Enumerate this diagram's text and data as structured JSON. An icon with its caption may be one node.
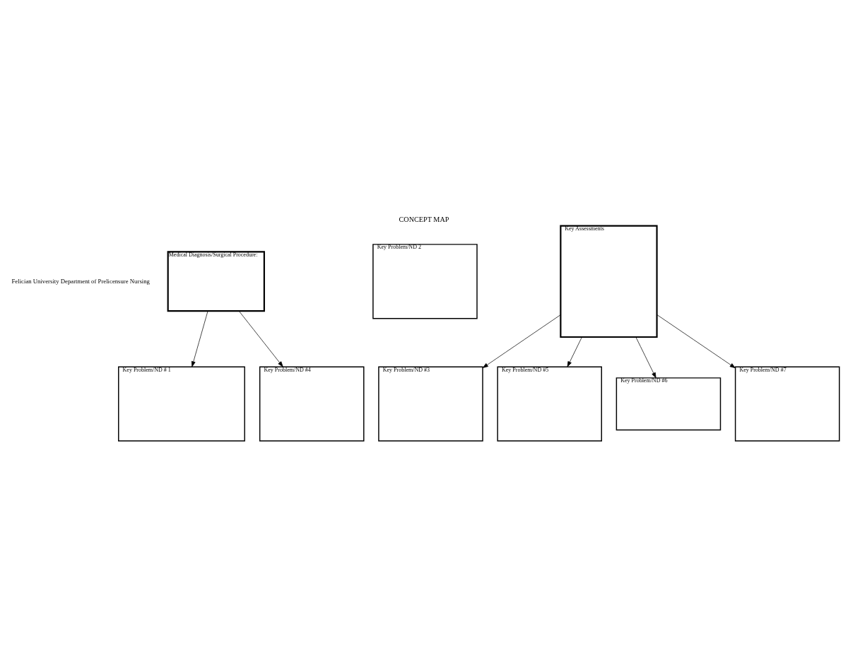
{
  "diagram": {
    "title": "CONCEPT MAP",
    "nodes": [
      {
        "text": [
          "Key Problem/ND # 1"
        ]
      },
      {
        "text": [
          "Key Problem/ND 2"
        ]
      },
      {
        "text": [
          "Key Problem/ND #3"
        ]
      },
      {
        "text": [
          "Medical Diagnosis/Surgical Procedure:"
        ]
      },
      {
        "text": [
          "Key Problem/ND #4"
        ]
      },
      {
        "text": [
          "Key Problem/ND #5"
        ]
      },
      {
        "text": [
          "Key Assessments"
        ]
      },
      {
        "text": [
          "Key Problem/ND #6"
        ]
      },
      {
        "text": [
          "Key Problem/ND #7"
        ]
      }
    ],
    "edges": [
      {
        "from": 3,
        "to": 0,
        "arrow": "to"
      },
      {
        "from": 3,
        "to": 4,
        "arrow": "to"
      },
      {
        "from": 6,
        "to": 7,
        "arrow": "to"
      },
      {
        "from": 6,
        "to": 2,
        "arrow": "to"
      },
      {
        "from": 6,
        "to": 5,
        "arrow": "to"
      },
      {
        "from": 6,
        "to": 8,
        "arrow": "to"
      }
    ],
    "labels": [
      "Felician University Department of Prelicensure Nursing"
    ]
  }
}
